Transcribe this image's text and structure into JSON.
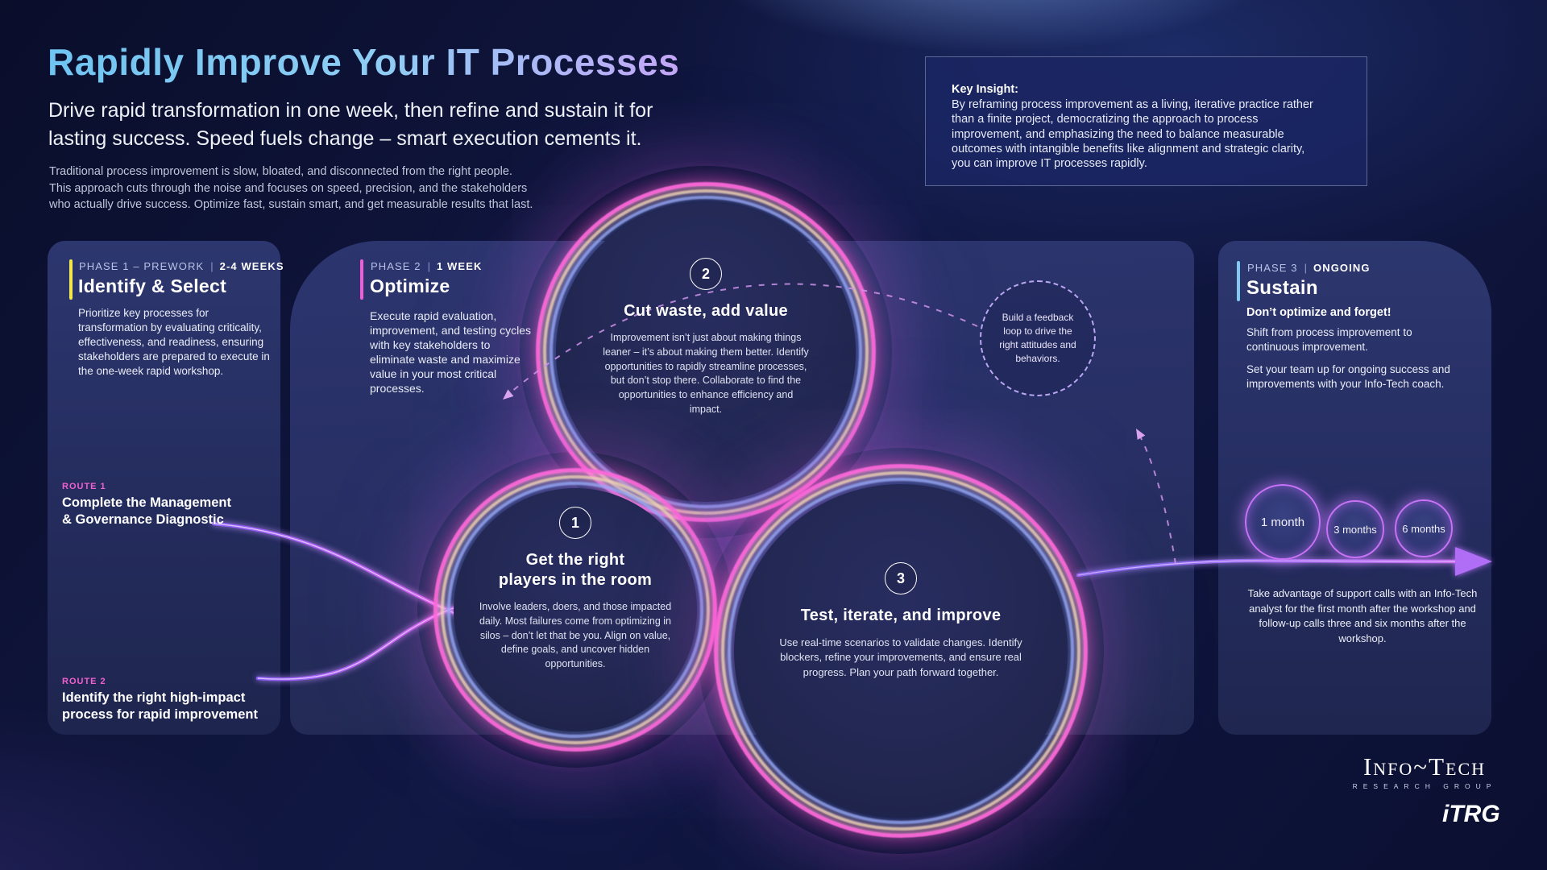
{
  "header": {
    "title": "Rapidly Improve Your IT Processes",
    "subtitle_lines": [
      "Drive rapid transformation in one week, then refine and sustain it for",
      "lasting success. Speed fuels change – smart execution cements it."
    ],
    "intro_lines": [
      "Traditional process improvement is slow, bloated, and disconnected from the right people.",
      "This approach cuts through the noise and focuses on speed, precision, and the stakeholders",
      "who actually drive success. Optimize fast, sustain smart, and get measurable results that last."
    ]
  },
  "key_insight": {
    "label": "Key Insight:",
    "body": "By reframing process improvement as a living, iterative practice rather than a finite project, democratizing the approach to process improvement, and emphasizing the need to balance measurable outcomes with intangible benefits like alignment and strategic clarity, you can improve IT processes rapidly."
  },
  "phase1": {
    "eyebrow": "PHASE 1 – PREWORK",
    "divider": "|",
    "duration": "2-4 WEEKS",
    "title": "Identify & Select",
    "body": "Prioritize key processes for transformation by evaluating criticality, effectiveness, and readiness, ensuring stakeholders are prepared to execute in the one-week rapid workshop.",
    "accent_color": "#f2e84a"
  },
  "phase2": {
    "eyebrow": "PHASE 2",
    "divider": "|",
    "duration": "1 WEEK",
    "title": "Optimize",
    "body": "Execute rapid evaluation, improvement, and testing cycles with key stakeholders to eliminate waste and maximize value in your most critical processes.",
    "accent_color": "#ef5ed6"
  },
  "phase3": {
    "eyebrow": "PHASE 3",
    "divider": "|",
    "duration": "ONGOING",
    "title": "Sustain",
    "lead": "Don’t optimize and forget!",
    "body1": "Shift from process improvement to continuous improvement.",
    "body2": "Set your team up for ongoing success and improvements with your Info-Tech coach.",
    "accent_color": "#7fc9f2"
  },
  "routes": {
    "route1": {
      "label": "ROUTE 1",
      "title_lines": [
        "Complete the Management",
        "& Governance Diagnostic"
      ]
    },
    "route2": {
      "label": "ROUTE 2",
      "title_lines": [
        "Identify the right high-impact",
        "process for rapid improvement"
      ]
    }
  },
  "steps": {
    "step1": {
      "number": "1",
      "title_lines": [
        "Get the right",
        "players in the room"
      ],
      "body": "Involve leaders, doers, and those impacted daily. Most failures come from optimizing in silos – don’t let that be you. Align on value, define goals, and uncover hidden opportunities."
    },
    "step2": {
      "number": "2",
      "title": "Cut waste, add value",
      "body": "Improvement isn’t just about making things leaner – it’s about making them better. Identify opportunities to rapidly streamline processes, but don’t stop there. Collaborate to find the opportunities to enhance efficiency and impact."
    },
    "step3": {
      "number": "3",
      "title": "Test, iterate, and improve",
      "body": "Use real-time scenarios to validate changes. Identify blockers, refine your improvements, and ensure real progress. Plan your path forward together."
    }
  },
  "feedback_loop": {
    "text": "Build a feedback loop to drive the right attitudes and behaviors."
  },
  "milestones": {
    "m1": "1 month",
    "m3": "3 months",
    "m6": "6 months"
  },
  "support_note": "Take advantage of support calls with an Info-Tech analyst for the first month after the workshop and follow-up calls three and six months after the workshop.",
  "branding": {
    "wordmark": "Info~Tech",
    "wordmark_sub": "RESEARCH GROUP",
    "monogram": "iTRG"
  },
  "colors": {
    "page_bg": "#0d1233",
    "panel_bg": "#272f64",
    "title_gradient_start": "#6fc4f1",
    "title_gradient_end": "#c4a6f7",
    "phase1_accent": "#f2e84a",
    "phase2_accent": "#ef5ed6",
    "phase3_accent": "#7fc9f2",
    "neon_pink": "#ff5ed8",
    "neon_gold": "#f6d7a6",
    "neon_periwinkle": "#92a6f5",
    "route_label_pink": "#f25fd0",
    "dashed_lavender": "#cf93ea",
    "arrow_purple": "#b06df5"
  }
}
